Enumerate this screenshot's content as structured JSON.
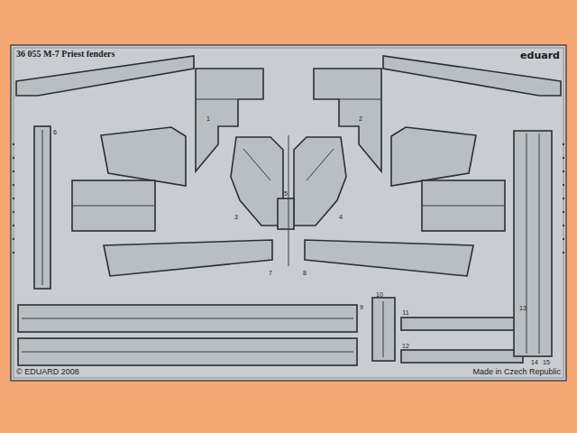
{
  "diagram": {
    "title": "36 055 M-7 Priest fenders",
    "labels": [
      "eduard",
      "© EDUARD 2008",
      "Made in Czech Republic",
      "1",
      "2",
      "3",
      "4",
      "5",
      "6",
      "7",
      "8",
      "9",
      "10",
      "11",
      "12",
      "13",
      "14",
      "15"
    ]
  }
}
